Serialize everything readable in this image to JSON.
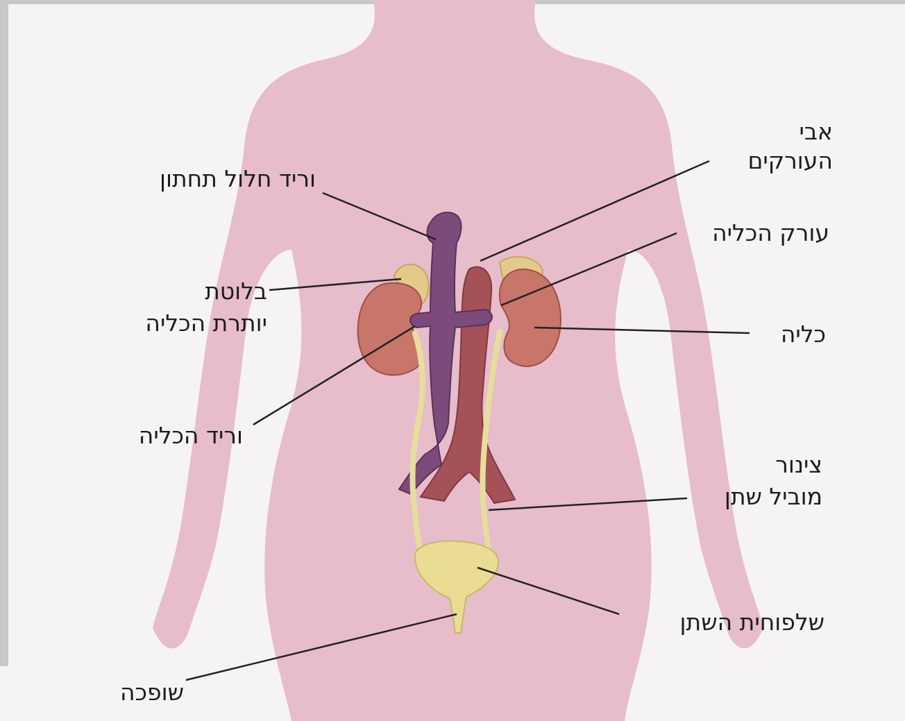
{
  "labels": {
    "ivc": "וריד חלול תחתון",
    "aorta_line1": "אבי",
    "aorta_line2": "העורקים",
    "renal_artery": "עורק הכליה",
    "adrenal_line1": "בלוטת",
    "adrenal_line2": "יותרת הכליה",
    "kidney": "כליה",
    "renal_vein": "וריד הכליה",
    "ureter_line1": "צינור",
    "ureter_line2": "מוביל שתן",
    "bladder": "שלפוחית השתן",
    "urethra": "שופכה"
  },
  "colors": {
    "body": "#e7bccb",
    "kidney": "#c8766a",
    "adrenal": "#e3c98a",
    "vein": "#7d4a7c",
    "artery": "#a55158",
    "ureter": "#e6df9c",
    "bladder": "#e9dd94",
    "leader_line": "#222222"
  }
}
